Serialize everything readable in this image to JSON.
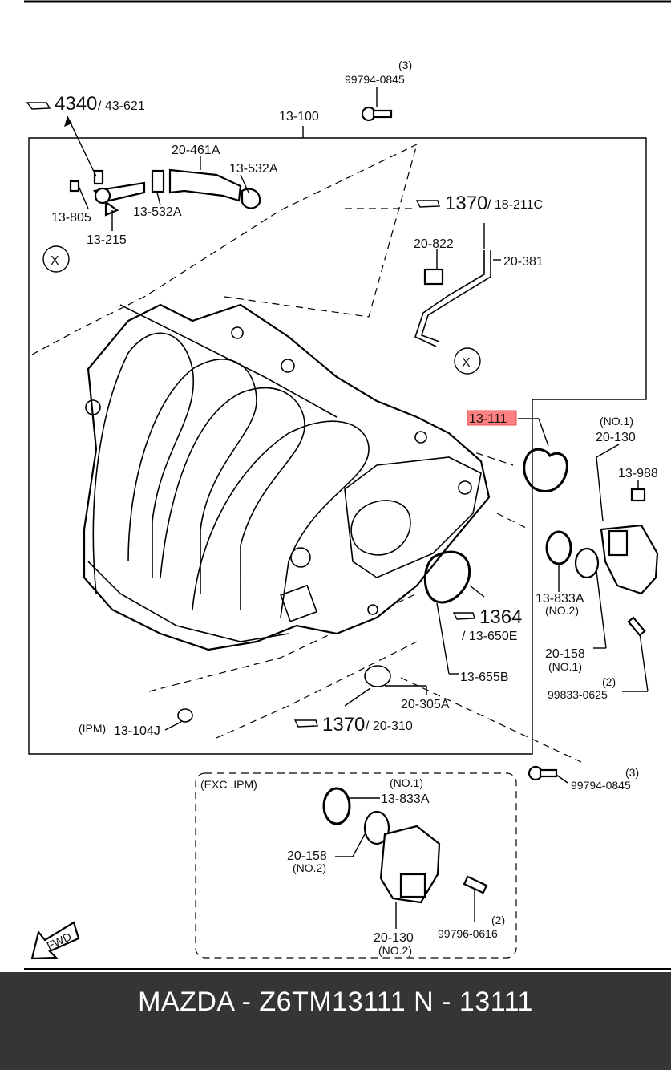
{
  "diagram": {
    "labels": {
      "ref_4340": "4340",
      "ref_43_621": "/ 43-621",
      "qty_3_top": "(3)",
      "bolt_99794_0845_top": "99794-0845",
      "intake_13_100": "13-100",
      "hose_20_461A": "20-461A",
      "clamp_13_532A_right": "13-532A",
      "bolt_13_805": "13-805",
      "clamp_13_532A_left": "13-532A",
      "fitting_13_215": "13-215",
      "ref_1370_top": "1370",
      "ref_18_211C": "/ 18-211C",
      "clip_20_822": "20-822",
      "pipe_20_381": "20-381",
      "mark_x_left": "X",
      "mark_x_right": "X",
      "gasket_13_111": "13-111",
      "no1_a": "(NO.1)",
      "valve_20_130": "20-130",
      "cap_13_988": "13-988",
      "oring_13_833A": "13-833A",
      "no2_a": "(NO.2)",
      "ref_1364": "1364",
      "ref_13_650E": "/ 13-650E",
      "gasket_13_655B": "13-655B",
      "gasket_20_158": "20-158",
      "no1_b": "(NO.1)",
      "qty_2_a": "(2)",
      "bolt_99833_0625": "99833-0625",
      "oring_20_305A": "20-305A",
      "ipm": "(IPM)",
      "cap_13_104J": "13-104J",
      "ref_1370_bottom": "1370",
      "ref_20_310": "/ 20-310",
      "qty_3_bottom": "(3)",
      "bolt_99794_0845_bottom": "99794-0845",
      "exc_ipm": "(EXC .IPM)",
      "no1_c": "(NO.1)",
      "oring_13_833A_b": "13-833A",
      "gasket_20_158_b": "20-158",
      "no2_b": "(NO.2)",
      "qty_2_b": "(2)",
      "bolt_99796_0616": "99796-0616",
      "valve_20_130_b": "20-130",
      "no2_c": "(NO.2)",
      "fwd": "FWD"
    },
    "highlight_color": "#ff8080"
  },
  "footer": {
    "caption": "MAZDA - Z6TM13111   N - 13111"
  }
}
